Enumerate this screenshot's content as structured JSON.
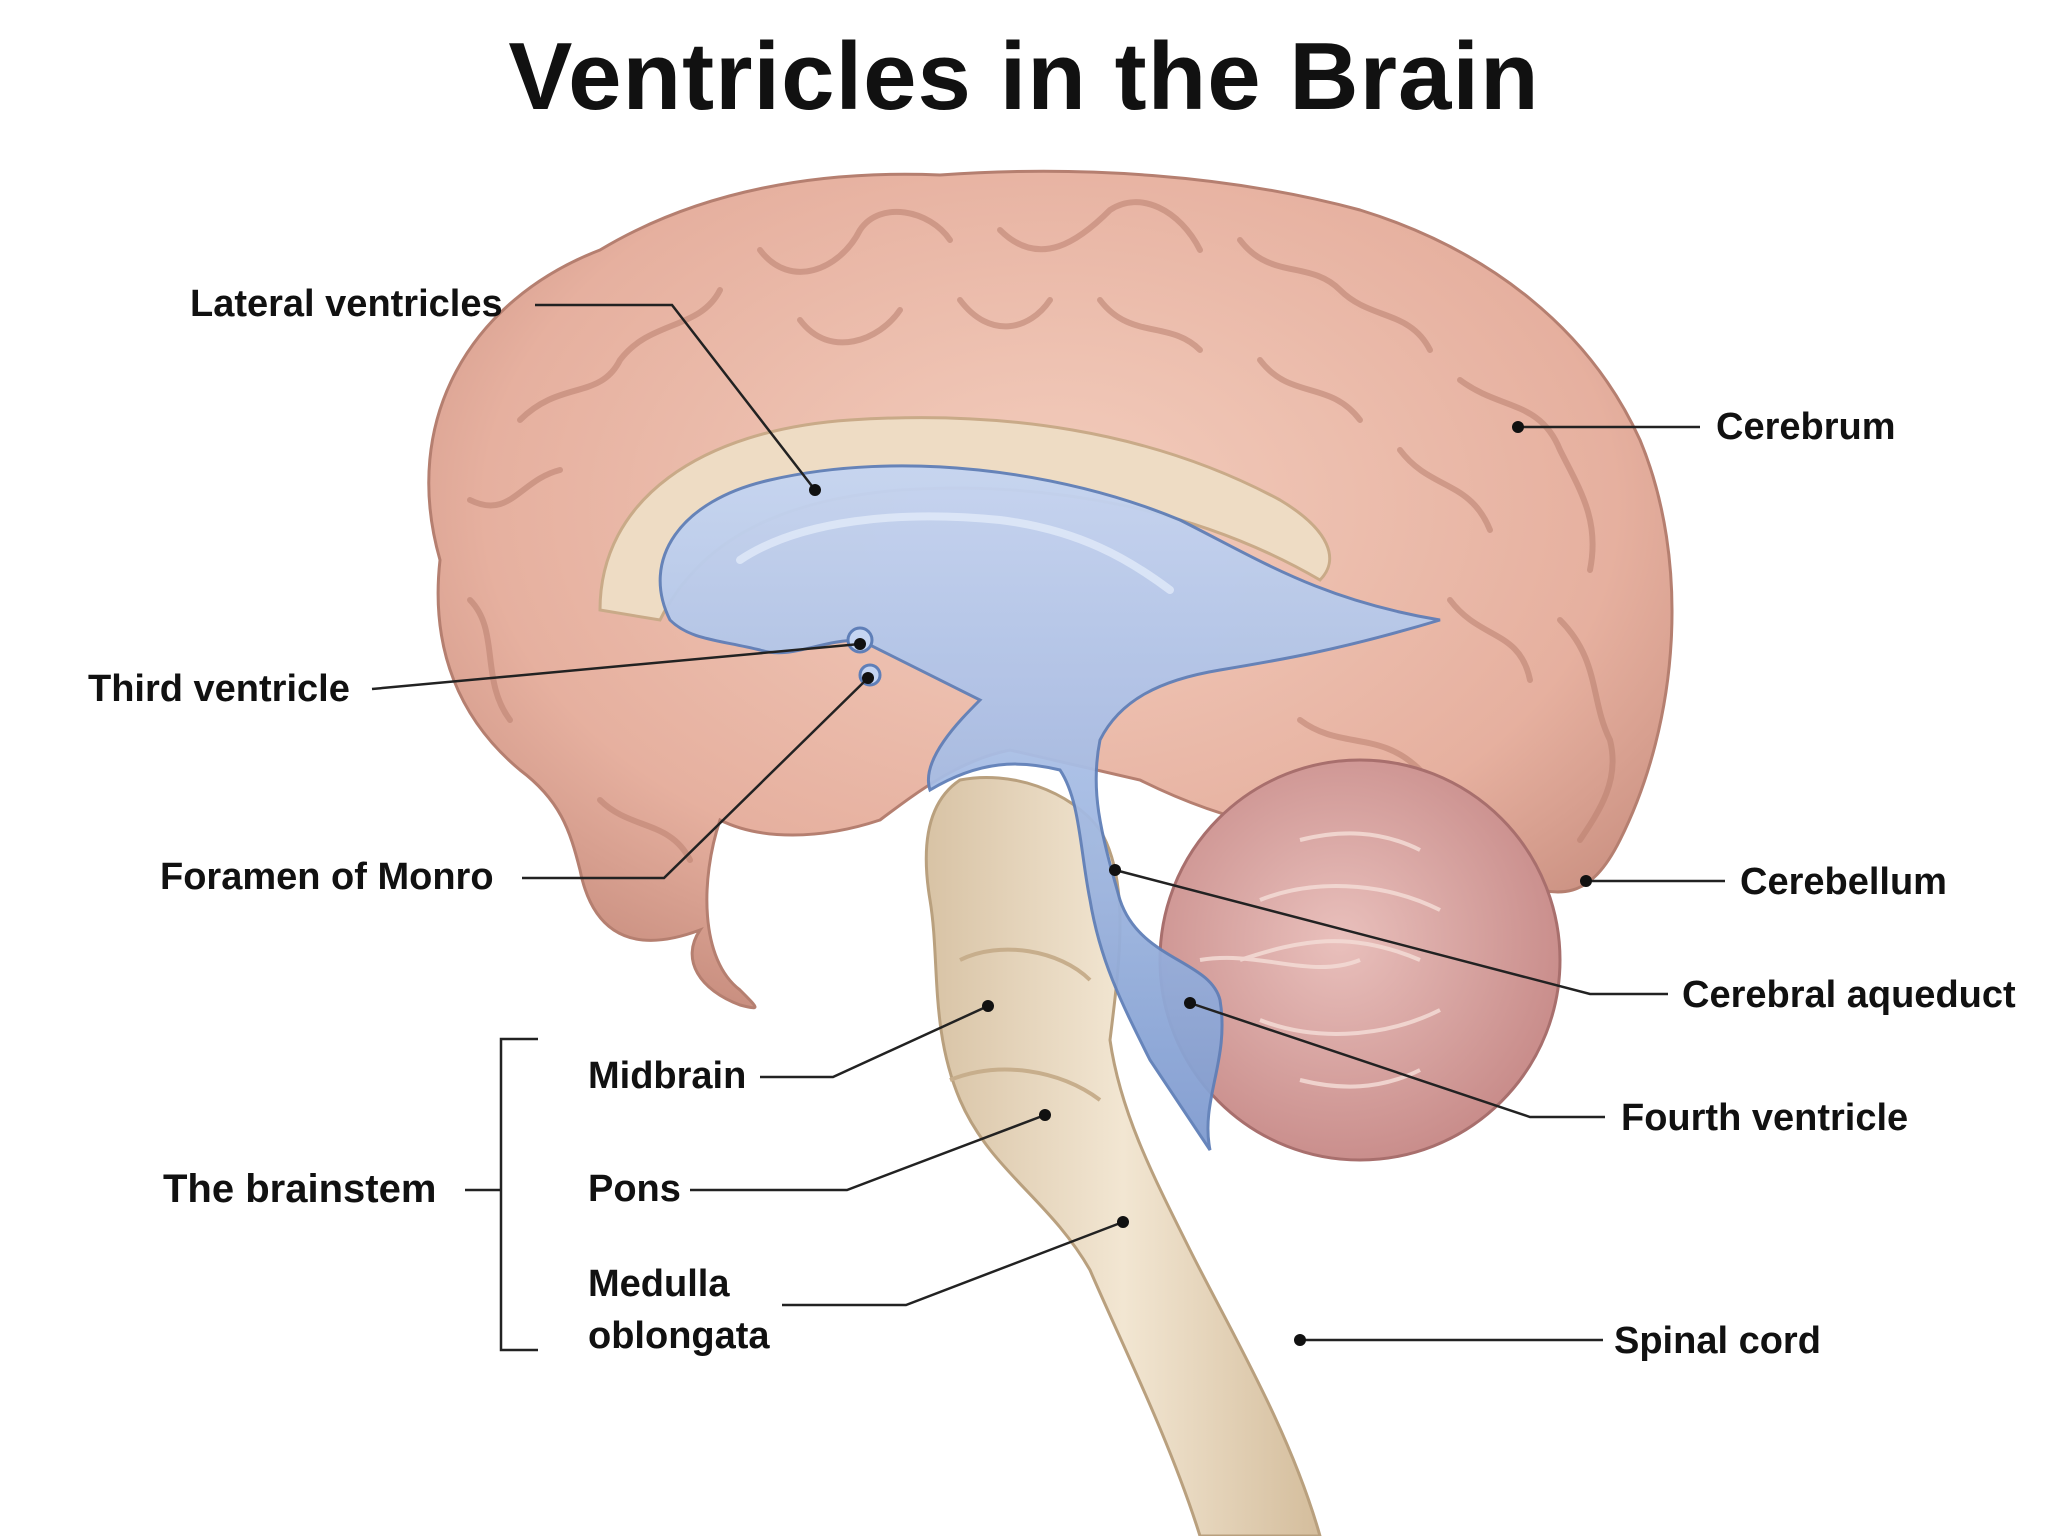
{
  "title": "Ventricles in the Brain",
  "labels": {
    "lateral_ventricles": "Lateral ventricles",
    "third_ventricle": "Third ventricle",
    "foramen_of_monro": "Foramen of Monro",
    "cerebrum": "Cerebrum",
    "cerebellum": "Cerebellum",
    "cerebral_aqueduct": "Cerebral aqueduct",
    "fourth_ventricle": "Fourth ventricle",
    "spinal_cord": "Spinal cord",
    "midbrain": "Midbrain",
    "pons": "Pons",
    "medulla_line1": "Medulla",
    "medulla_line2": "oblongata",
    "brainstem": "The brainstem"
  },
  "colors": {
    "cerebrum": "#e8b4a4",
    "cerebrum_fold": "#c98f80",
    "cerebellum": "#d9a3a0",
    "brainstem": "#eadbc4",
    "ventricle": "#9eb7e0",
    "ventricle_edge": "#5f7fb8",
    "leader": "#222222"
  }
}
